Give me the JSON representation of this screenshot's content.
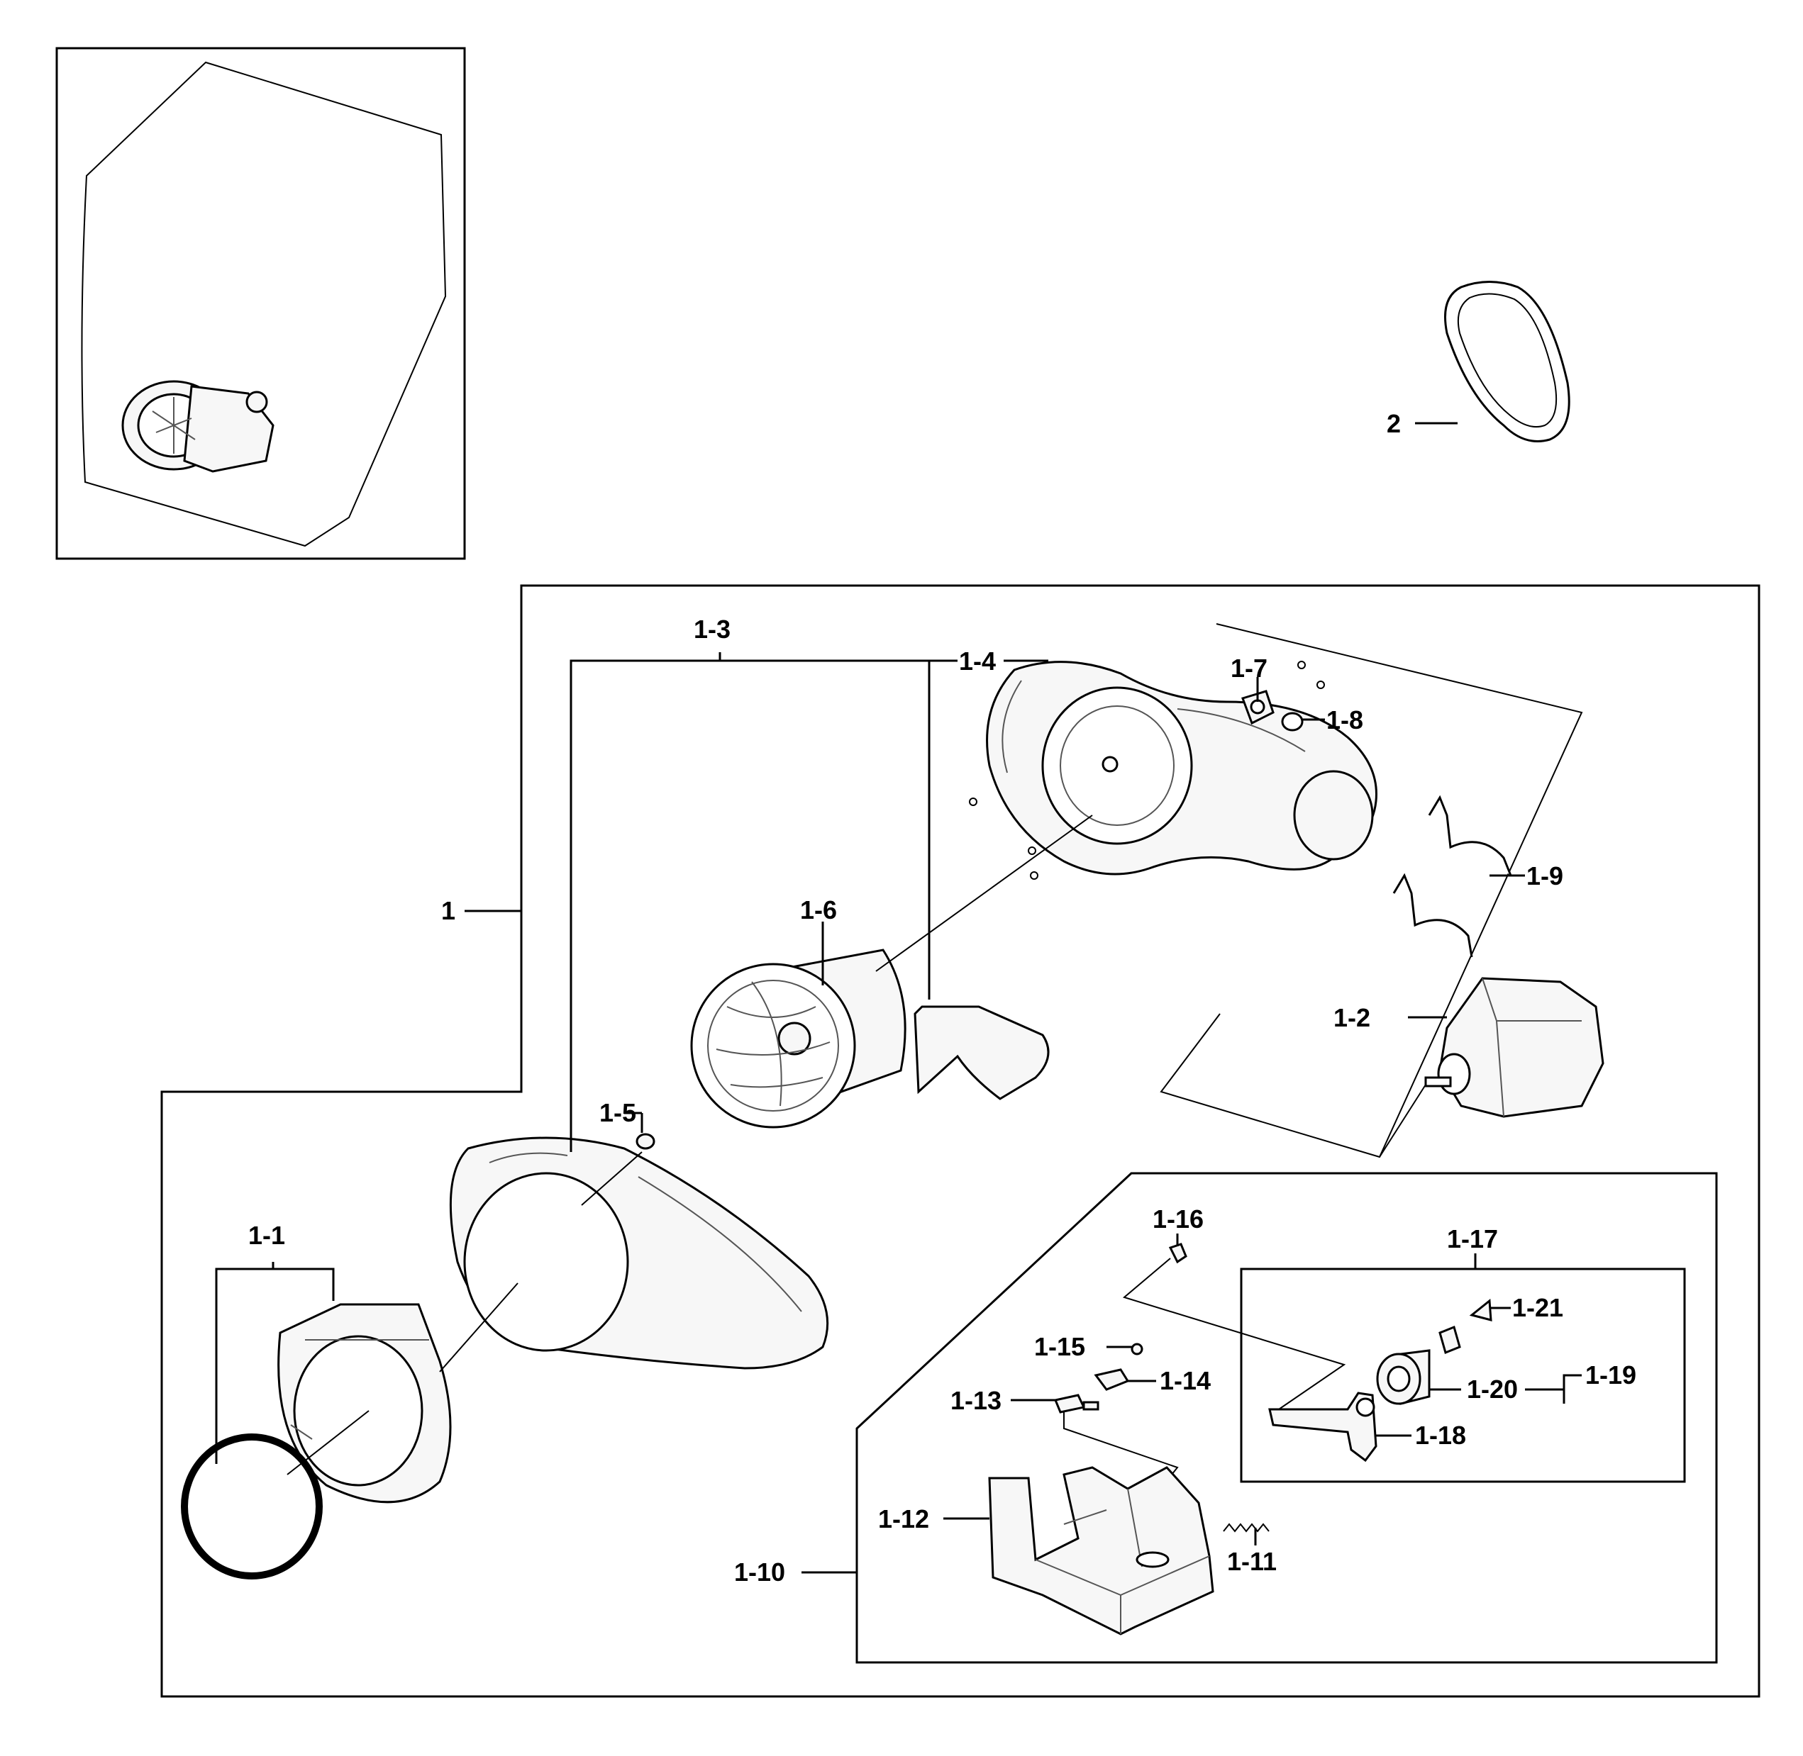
{
  "callouts": {
    "c1": "1",
    "c2": "2",
    "c1_1": "1-1",
    "c1_2": "1-2",
    "c1_3": "1-3",
    "c1_4": "1-4",
    "c1_5": "1-5",
    "c1_6": "1-6",
    "c1_7": "1-7",
    "c1_8": "1-8",
    "c1_9": "1-9",
    "c1_10": "1-10",
    "c1_11": "1-11",
    "c1_12": "1-12",
    "c1_13": "1-13",
    "c1_14": "1-14",
    "c1_15": "1-15",
    "c1_16": "1-16",
    "c1_17": "1-17",
    "c1_18": "1-18",
    "c1_19": "1-19",
    "c1_20": "1-20",
    "c1_21": "1-21"
  }
}
